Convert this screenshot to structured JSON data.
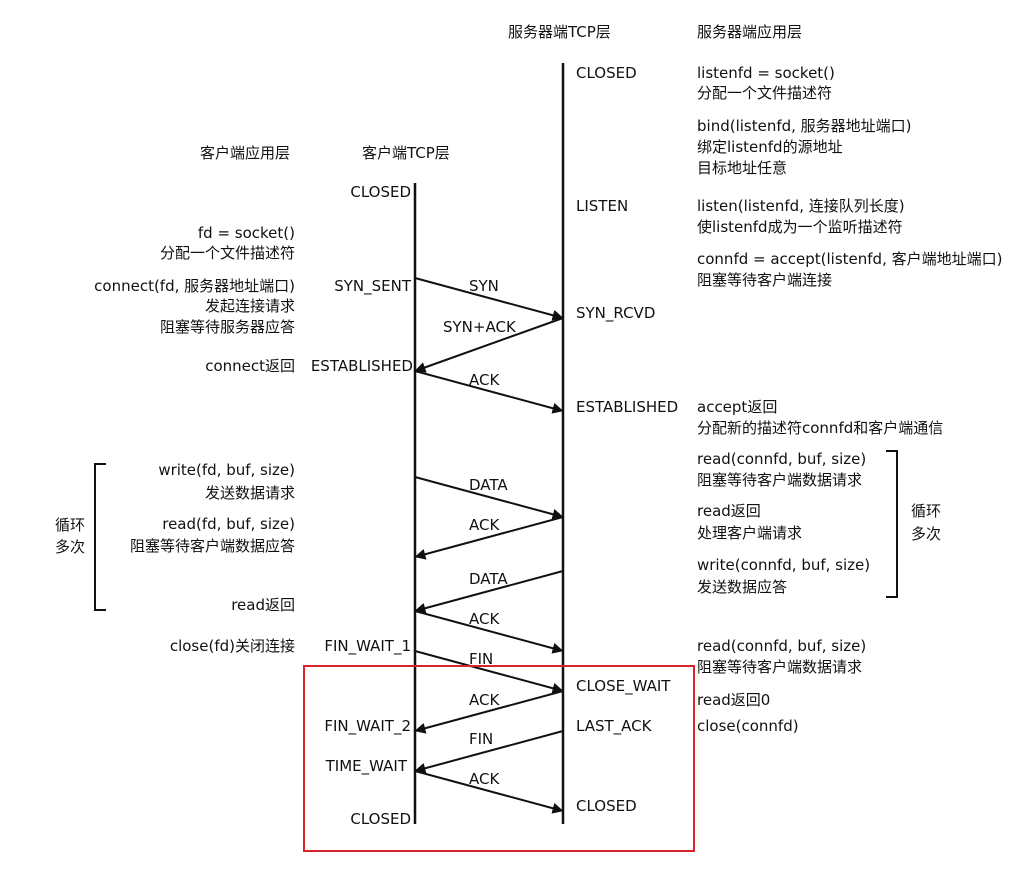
{
  "headers": {
    "client_app": "客户端应用层",
    "client_tcp": "客户端TCP层",
    "server_tcp": "服务器端TCP层",
    "server_app": "服务器端应用层"
  },
  "client_states": {
    "closed_start": "CLOSED",
    "syn_sent": "SYN_SENT",
    "established": "ESTABLISHED",
    "fin_wait_1": "FIN_WAIT_1",
    "fin_wait_2": "FIN_WAIT_2",
    "time_wait": "TIME_WAIT",
    "closed_end": "CLOSED"
  },
  "server_states": {
    "closed_start": "CLOSED",
    "listen": "LISTEN",
    "syn_rcvd": "SYN_RCVD",
    "established": "ESTABLISHED",
    "close_wait": "CLOSE_WAIT",
    "last_ack": "LAST_ACK",
    "closed_end": "CLOSED"
  },
  "client_app": {
    "socket_1": "fd = socket()",
    "socket_2": "分配一个文件描述符",
    "connect_1": "connect(fd, 服务器地址端口)",
    "connect_2": "发起连接请求",
    "connect_3": "阻塞等待服务器应答",
    "connect_return": "connect返回",
    "write_1": "write(fd, buf, size)",
    "write_2": "发送数据请求",
    "read_1": "read(fd, buf, size)",
    "read_2": "阻塞等待客户端数据应答",
    "read_return": "read返回",
    "close": "close(fd)关闭连接",
    "loop_1": "循环",
    "loop_2": "多次"
  },
  "server_app": {
    "socket_1": "listenfd = socket()",
    "socket_2": "分配一个文件描述符",
    "bind_1": "bind(listenfd, 服务器地址端口)",
    "bind_2": "绑定listenfd的源地址",
    "bind_3": "目标地址任意",
    "listen_1": "listen(listenfd, 连接队列长度)",
    "listen_2": "使listenfd成为一个监听描述符",
    "accept_1": "connfd = accept(listenfd, 客户端地址端口)",
    "accept_2": "阻塞等待客户端连接",
    "accept_return_1": "accept返回",
    "accept_return_2": "分配新的描述符connfd和客户端通信",
    "read_1": "read(connfd, buf, size)",
    "read_2": "阻塞等待客户端数据请求",
    "read_return_1": "read返回",
    "read_return_2": "处理客户端请求",
    "write_1": "write(connfd, buf, size)",
    "write_2": "发送数据应答",
    "read2_1": "read(connfd, buf, size)",
    "read2_2": "阻塞等待客户端数据请求",
    "read_zero": "read返回0",
    "close": "close(connfd)",
    "loop_1": "循环",
    "loop_2": "多次"
  },
  "messages": {
    "syn": "SYN",
    "syn_ack": "SYN+ACK",
    "ack1": "ACK",
    "data1": "DATA",
    "ack2": "ACK",
    "data2": "DATA",
    "ack3": "ACK",
    "fin1": "FIN",
    "ack4": "ACK",
    "fin2": "FIN",
    "ack5": "ACK"
  },
  "colors": {
    "line": "#111111",
    "highlight_box": "#d8232a",
    "background": "#ffffff"
  }
}
